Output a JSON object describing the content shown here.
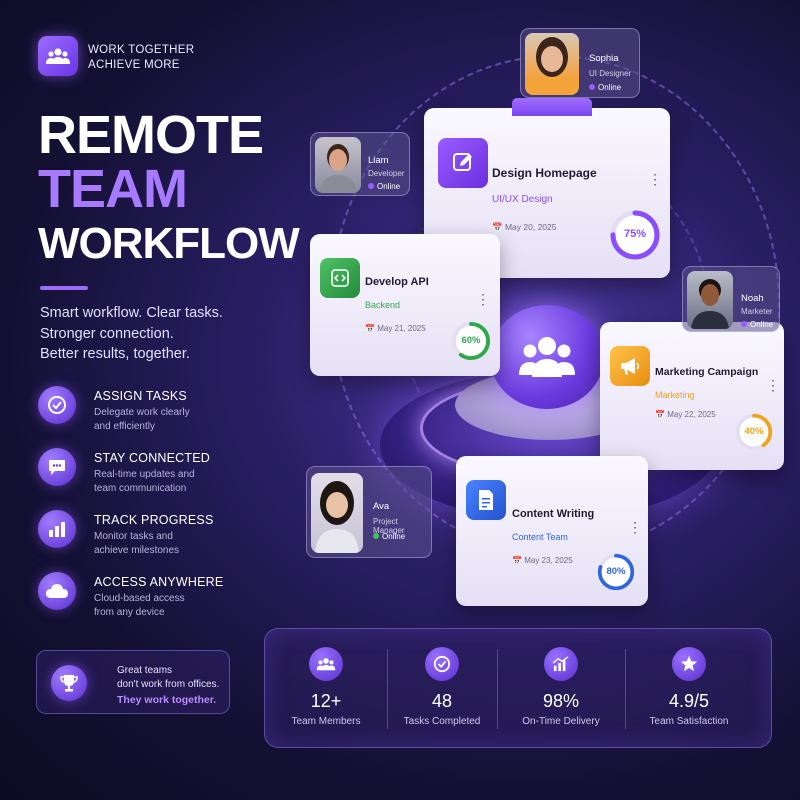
{
  "brand": {
    "tagline_line1": "WORK TOGETHER",
    "tagline_line2": "ACHIEVE MORE",
    "title_line1": "REMOTE",
    "title_line2": "TEAM",
    "title_line3": "WORKFLOW",
    "intro": "Smart workflow. Clear tasks.\nStronger connection.\nBetter results, together."
  },
  "features": [
    {
      "icon": "check-circle-icon",
      "title": "ASSIGN TASKS",
      "desc": "Delegate work clearly\nand efficiently"
    },
    {
      "icon": "chat-icon",
      "title": "STAY CONNECTED",
      "desc": "Real-time updates and\nteam communication"
    },
    {
      "icon": "bar-chart-icon",
      "title": "TRACK PROGRESS",
      "desc": "Monitor tasks and\nachieve milestones"
    },
    {
      "icon": "cloud-icon",
      "title": "ACCESS ANYWHERE",
      "desc": "Cloud-based access\nfrom any device"
    }
  ],
  "quote": {
    "icon": "trophy-icon",
    "line1": "Great teams\ndon't work from offices.",
    "line2": "They work together."
  },
  "stats": [
    {
      "icon": "team-icon",
      "value": "12+",
      "label": "Team Members"
    },
    {
      "icon": "check-circle-icon",
      "value": "48",
      "label": "Tasks Completed"
    },
    {
      "icon": "growth-chart-icon",
      "value": "98%",
      "label": "On-Time Delivery"
    },
    {
      "icon": "star-icon",
      "value": "4.9/5",
      "label": "Team Satisfaction"
    }
  ],
  "tasks": [
    {
      "title": "Design Homepage",
      "category": "UI/UX Design",
      "date": "May 20, 2025",
      "progress": 75,
      "percent_label": "75%",
      "accent": "#8a4dff",
      "icon": "edit-icon"
    },
    {
      "title": "Develop API",
      "category": "Backend",
      "date": "May 21, 2025",
      "progress": 60,
      "percent_label": "60%",
      "accent": "#2fa84a",
      "icon": "code-icon"
    },
    {
      "title": "Marketing Campaign",
      "category": "Marketing",
      "date": "May 22, 2025",
      "progress": 40,
      "percent_label": "40%",
      "accent": "#f0a21c",
      "icon": "megaphone-icon"
    },
    {
      "title": "Content Writing",
      "category": "Content Team",
      "date": "May 23, 2025",
      "progress": 80,
      "percent_label": "80%",
      "accent": "#2f66e0",
      "icon": "document-icon"
    }
  ],
  "people": [
    {
      "name": "Sophia",
      "role": "UI Designer",
      "status": "Online",
      "status_color": "#9a5cff"
    },
    {
      "name": "Liam",
      "role": "Developer",
      "status": "Online",
      "status_color": "#9a5cff"
    },
    {
      "name": "Noah",
      "role": "Marketer",
      "status": "Online",
      "status_color": "#9a5cff"
    },
    {
      "name": "Ava",
      "role": "Project Manager",
      "status": "Online",
      "status_color": "#3cc25a"
    }
  ],
  "colors": {
    "accent": "#9a6bff",
    "background": "#141033"
  }
}
